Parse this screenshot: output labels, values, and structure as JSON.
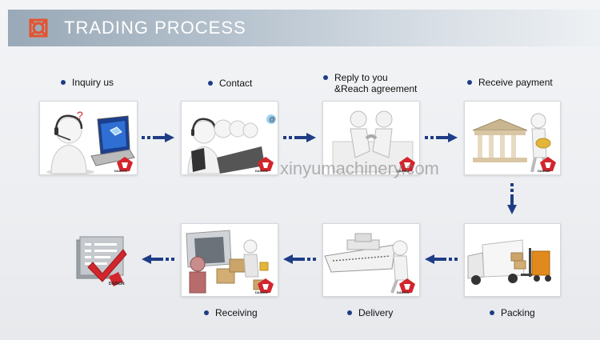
{
  "header": {
    "title": "TRADING  PROCESS",
    "accent_color": "#e4532d"
  },
  "steps": [
    {
      "label": "Inquiry us",
      "icon": "person-laptop-icon"
    },
    {
      "label": "Contact",
      "icon": "call-center-icon"
    },
    {
      "label_line1": "Reply to you",
      "label_line2": "&Reach agreement",
      "icon": "handshake-icon"
    },
    {
      "label": "Receive payment",
      "icon": "bank-icon"
    },
    {
      "label": "Packing",
      "icon": "truck-forklift-icon"
    },
    {
      "label": "Delivery",
      "icon": "cargo-ship-icon"
    },
    {
      "label": "Receiving",
      "icon": "unloading-boxes-icon"
    }
  ],
  "final_icon": "checklist-done-icon",
  "badge_text": "DASION",
  "watermark": "xinyumachinery.com",
  "colors": {
    "arrow": "#1f3c86",
    "dot": "#1f3c86",
    "badge": "#d2252c"
  }
}
